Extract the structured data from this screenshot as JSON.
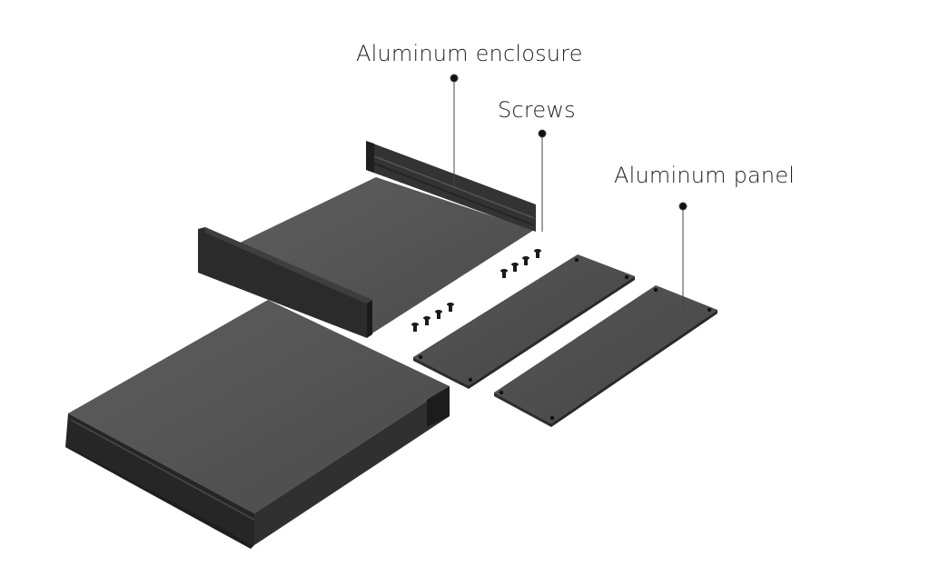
{
  "callouts": {
    "enclosure_label": "Aluminum enclosure",
    "screws_label": "Screws",
    "panel_label": "Aluminum panel"
  },
  "colors": {
    "background": "#ffffff",
    "metal_top": "#5a5a5a",
    "metal_side": "#2c2c2c",
    "leader_line": "#444444"
  }
}
